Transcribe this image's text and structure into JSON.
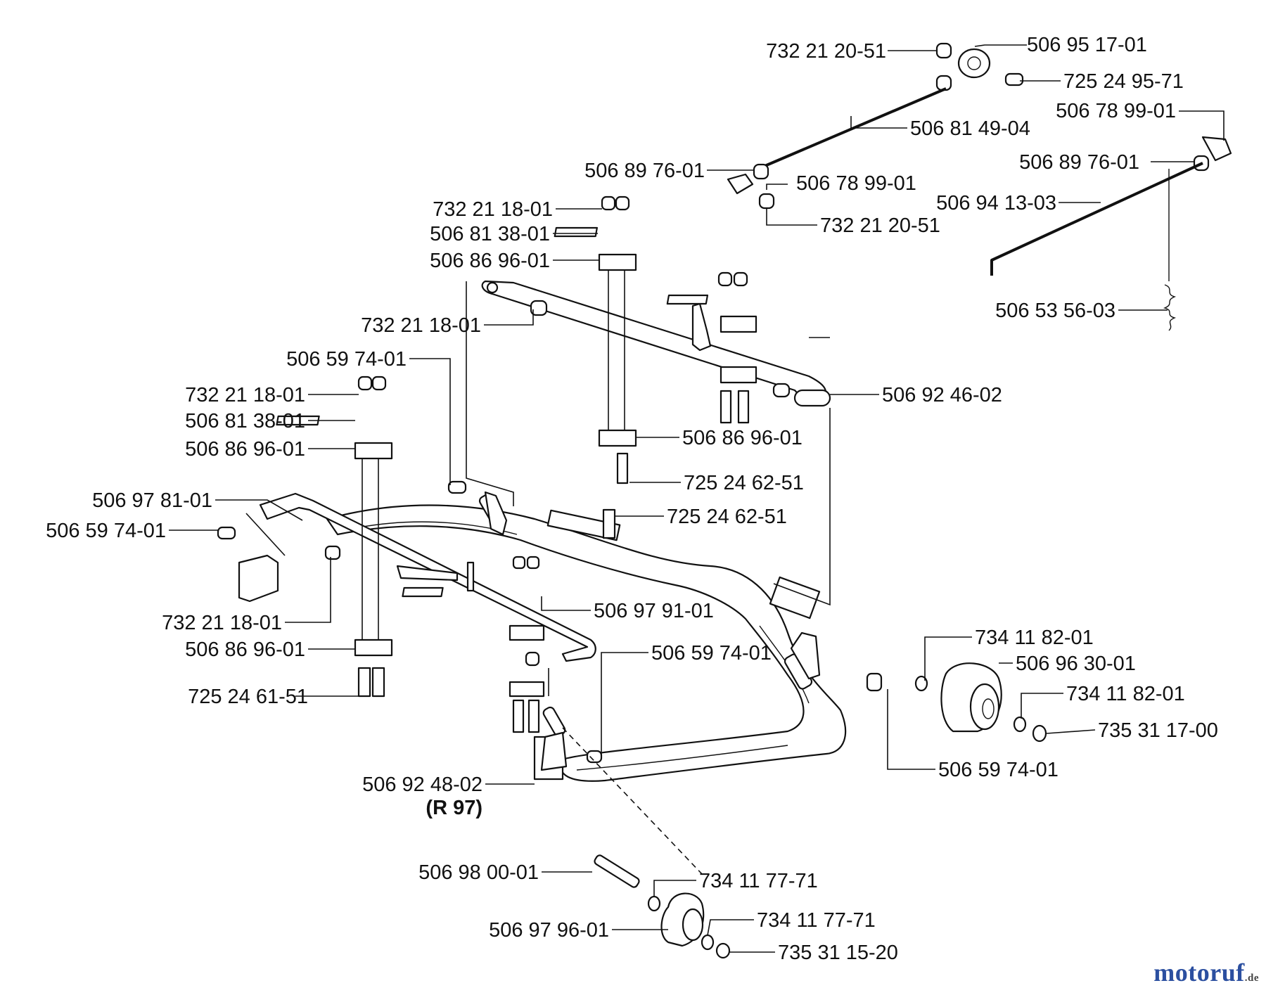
{
  "labels": [
    "732 21 20-51",
    "506 95 17-01",
    "725 24 95-71",
    "506 78 99-01",
    "506 81 49-04",
    "506 89 76-01",
    "506 89 76-01",
    "506 78 99-01",
    "506 94 13-03",
    "732 21 18-01",
    "732 21 20-51",
    "506 81 38-01",
    "506 86 96-01",
    "506 53 56-03",
    "732 21 18-01",
    "506 59 74-01",
    "732 21 18-01",
    "506 92 46-02",
    "506 81 38-01",
    "506 86 96-01",
    "506 86 96-01",
    "725 24 62-51",
    "506 97 81-01",
    "725 24 62-51",
    "506 59 74-01",
    "506 97 91-01",
    "732 21 18-01",
    "734 11 82-01",
    "506 86 96-01",
    "506 59 74-01",
    "506 96 30-01",
    "725 24 61-51",
    "734 11 82-01",
    "735 31 17-00",
    "506 59 74-01",
    "506 92 48-02",
    "(R 97)",
    "506 98 00-01",
    "734 11 77-71",
    "734 11 77-71",
    "506 97 96-01",
    "735 31 15-20"
  ],
  "brand": {
    "name": "motoruf",
    "tld": ".de"
  }
}
